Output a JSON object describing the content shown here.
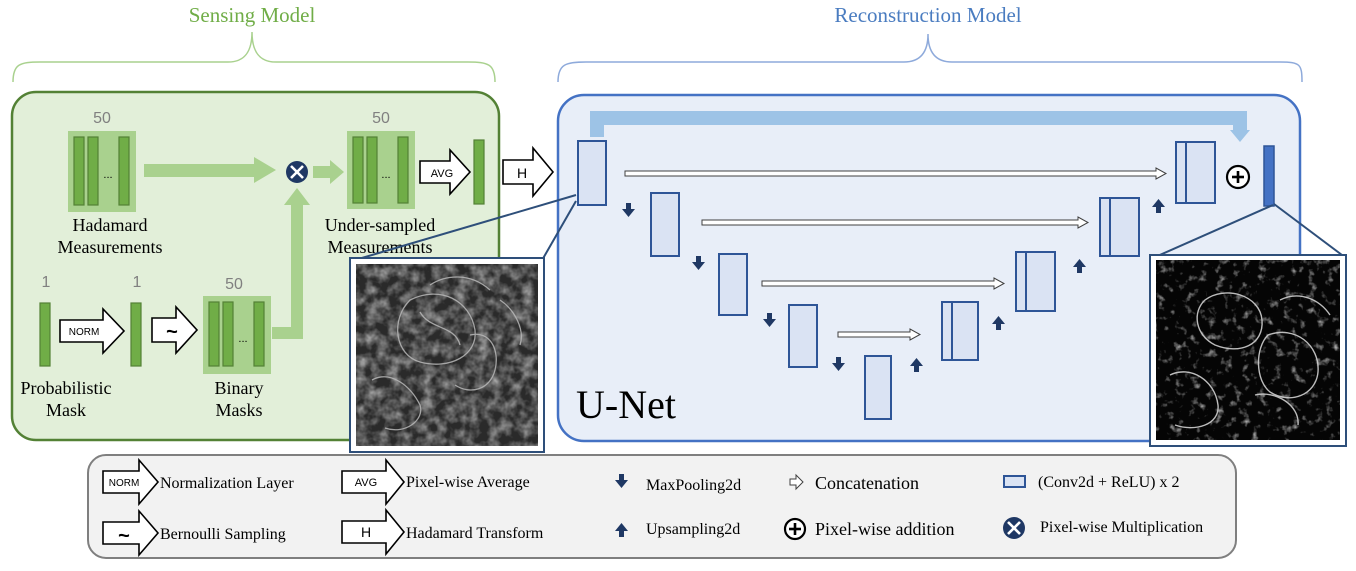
{
  "sensing": {
    "title": "Sensing Model",
    "hadamard_count": "50",
    "hadamard_label_1": "Hadamard",
    "hadamard_label_2": "Measurements",
    "under_count": "50",
    "under_label_1": "Under-sampled",
    "under_label_2": "Measurements",
    "avg_label": "AVG",
    "prob_count": "1",
    "prob_label_1": "Probabilistic",
    "prob_label_2": "Mask",
    "norm_count": "1",
    "norm_label": "NORM",
    "tilde_label": "~",
    "binary_count": "50",
    "binary_label_1": "Binary",
    "binary_label_2": "Masks",
    "dots": "..."
  },
  "transform": {
    "h_label": "H"
  },
  "reconstruction": {
    "title": "Reconstruction Model",
    "unet_label": "U-Net"
  },
  "legend": {
    "norm_badge": "NORM",
    "norm_text": "Normalization Layer",
    "tilde_badge": "~",
    "tilde_text": "Bernoulli Sampling",
    "avg_badge": "AVG",
    "avg_text": "Pixel-wise Average",
    "h_badge": "H",
    "h_text": "Hadamard Transform",
    "maxpool_text": "MaxPooling2d",
    "upsample_text": "Upsampling2d",
    "concat_text": "Concatenation",
    "addition_text": "Pixel-wise addition",
    "conv_text": "(Conv2d + ReLU) x 2",
    "mult_text": "Pixel-wise Multiplication"
  },
  "colors": {
    "green_fill": "#e2efd9",
    "green_border": "#538135",
    "green_bar": "#70ad47",
    "green_arrow": "#a9d18e",
    "green_text": "#70ad47",
    "blue_fill": "#e8eef8",
    "blue_border": "#4472c4",
    "blue_title": "#4a7cc0",
    "blue_block": "#dae3f3",
    "blue_dark": "#1f3864",
    "skip_blue": "#9dc3e6"
  },
  "icons": {
    "multiply": "circled-times-icon",
    "add": "circled-plus-icon",
    "maxpool": "down-arrow-icon",
    "upsample": "up-arrow-icon",
    "concat": "hollow-right-arrow-icon"
  }
}
